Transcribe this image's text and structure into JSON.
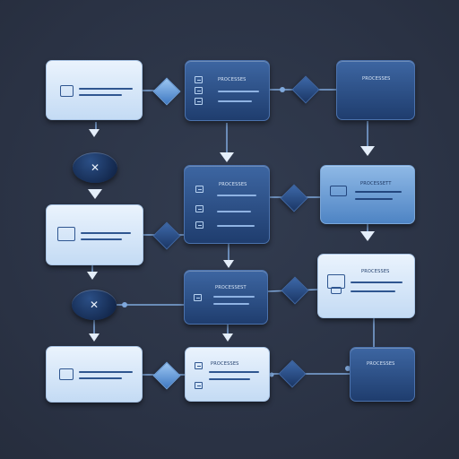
{
  "labels": {
    "card_r1c2": "PROCESSES",
    "card_r1c3": "PROCESSES",
    "card_r2c2": "PROCESSES",
    "card_r2c3": "PROCESSETT",
    "card_r3c2": "PROCESSEST",
    "card_r3c3": "PROCESSES",
    "card_r4c2": "PROCESSES",
    "card_r4c3": "PROCESSES"
  },
  "decision_symbols": {
    "top": "✕",
    "bottom": "✕"
  },
  "icons": {
    "card_icon": "document-icon",
    "checkbox": "checkbox-icon",
    "decision": "close-icon"
  },
  "colors": {
    "background": "#2c3547",
    "light_card": "#d6e6f8",
    "mid_card": "#6b9bd3",
    "dark_card": "#2a4a80",
    "diamond": "#5c93d4",
    "connector": "#7fa8dc"
  }
}
